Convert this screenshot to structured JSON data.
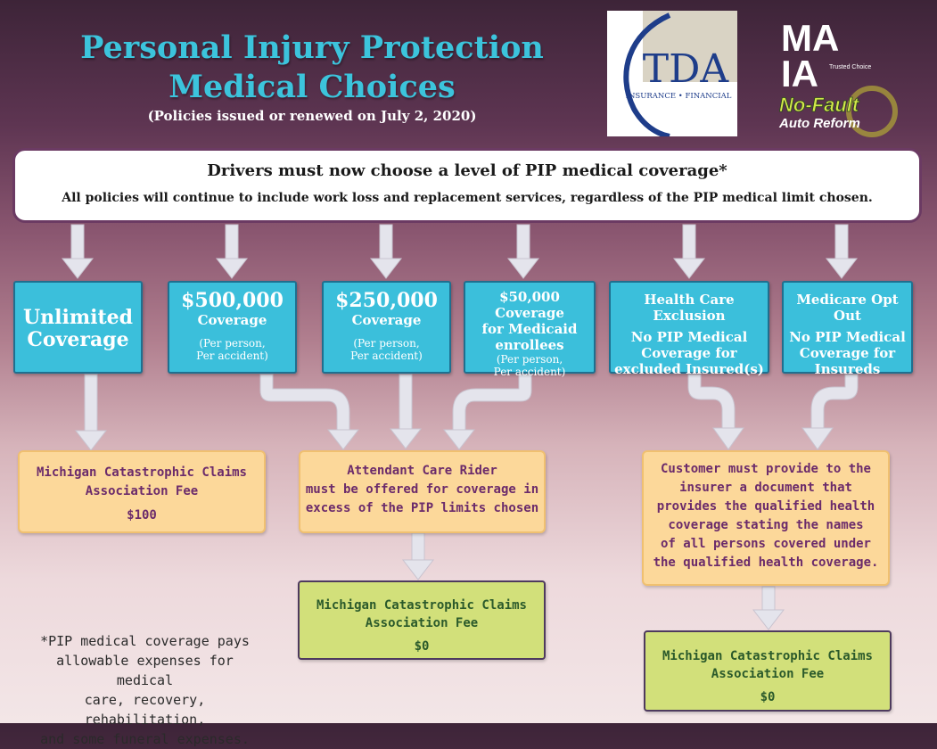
{
  "header": {
    "title_line1": "Personal Injury Protection",
    "title_line2": "Medical Choices",
    "subtitle": "(Policies issued or renewed on July 2, 2020)"
  },
  "logos": {
    "tda": {
      "main": "TDA",
      "sub": "INSURANCE • FINANCIAL"
    },
    "maia": {
      "line1": "MA",
      "line2": "IA",
      "trusted": "Trusted Choice",
      "nofault": "No-Fault",
      "reform": "Auto Reform"
    }
  },
  "banner": {
    "line1": "Drivers must now choose a level of PIP medical coverage*",
    "line2": "All policies will continue to include work loss and replacement services, regardless of the PIP medical limit chosen."
  },
  "options": [
    {
      "l1": "Unlimited",
      "l2": "Coverage"
    },
    {
      "l1": "$500,000",
      "l2": "Coverage",
      "l3": "(Per person,",
      "l4": "Per accident)"
    },
    {
      "l1": "$250,000",
      "l2": "Coverage",
      "l3": "(Per person,",
      "l4": "Per accident)"
    },
    {
      "l1": "$50,000 Coverage",
      "l2": "for Medicaid",
      "l3": "enrollees",
      "l4": "(Per person,",
      "l5": "Per accident)"
    },
    {
      "l1": "Health Care Exclusion",
      "l2": "No PIP Medical",
      "l3": "Coverage for",
      "l4": "excluded  Insured(s)"
    },
    {
      "l1": "Medicare Opt Out",
      "l2": "No PIP Medical",
      "l3": "Coverage for",
      "l4": "Insureds"
    }
  ],
  "outcomes": {
    "mccaf_100": {
      "l1": "Michigan Catastrophic Claims",
      "l2": "Association Fee",
      "fee": "$100"
    },
    "attendant": {
      "l1": "Attendant Care Rider",
      "l2": "must be offered for coverage in",
      "l3": "excess of the PIP limits chosen"
    },
    "mccaf_0_mid": {
      "l1": "Michigan Catastrophic Claims",
      "l2": "Association Fee",
      "fee": "$0"
    },
    "customer": {
      "l1": "Customer must provide to the",
      "l2": "insurer a document that",
      "l3": "provides the qualified health",
      "l4": "coverage stating the names",
      "l5": "of all persons covered under",
      "l6": "the qualified health coverage."
    },
    "mccaf_0_right": {
      "l1": "Michigan Catastrophic Claims",
      "l2": "Association Fee",
      "fee": "$0"
    }
  },
  "footnote": {
    "l1": "*PIP medical coverage pays",
    "l2": "allowable expenses for medical",
    "l3": "care, recovery, rehabilitation,",
    "l4": "and some funeral expenses."
  },
  "colors": {
    "title": "#3cc4dc",
    "option_fill": "#3bbfdb",
    "orange_fill": "#fcd89a",
    "green_fill": "#d2e07a",
    "arrow": "#e4e4ec",
    "banner_border": "#6b3a63"
  }
}
